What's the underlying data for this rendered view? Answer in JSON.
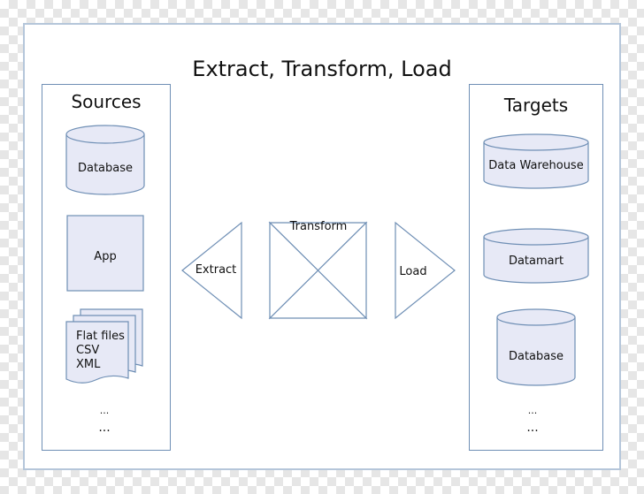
{
  "title": "Extract, Transform, Load",
  "sources": {
    "heading": "Sources",
    "items": [
      {
        "label": "Database",
        "shape": "cylinder"
      },
      {
        "label": "App",
        "shape": "box"
      },
      {
        "label": "Flat files\nCSV\nXML",
        "shape": "document-stack"
      }
    ],
    "ellipsis": "...",
    "more": "..."
  },
  "process": {
    "extract": "Extract",
    "transform": "Transform",
    "load": "Load"
  },
  "targets": {
    "heading": "Targets",
    "items": [
      {
        "label": "Data Warehouse",
        "shape": "cylinder"
      },
      {
        "label": "Datamart",
        "shape": "cylinder"
      },
      {
        "label": "Database",
        "shape": "cylinder"
      }
    ],
    "ellipsis": "...",
    "more": "..."
  },
  "colors": {
    "stroke": "#6f8fb5",
    "fill": "#e7e9f6",
    "frame": "#b5c6da"
  }
}
